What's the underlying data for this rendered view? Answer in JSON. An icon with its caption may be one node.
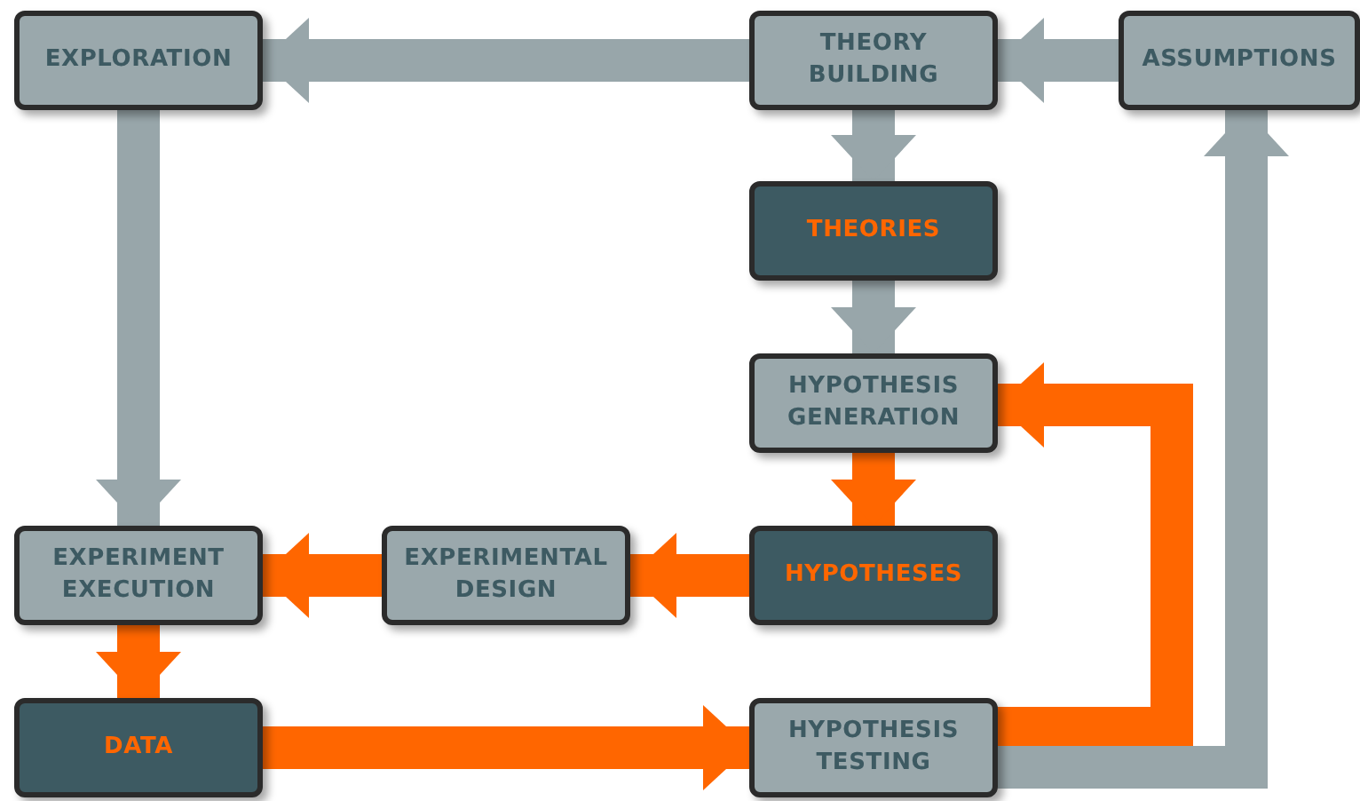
{
  "diagram": {
    "nodes": [
      {
        "text": [
          "EXPLORATION"
        ]
      },
      {
        "text": [
          "THEORY BUILDING"
        ]
      },
      {
        "text": [
          "ASSUMPTIONS"
        ]
      },
      {
        "text": [
          "THEORIES"
        ]
      },
      {
        "text": [
          "HYPOTHESIS GENERATION"
        ]
      },
      {
        "text": [
          "EXPERIMENT EXECUTION"
        ]
      },
      {
        "text": [
          "EXPERIMENTAL DESIGN"
        ]
      },
      {
        "text": [
          "HYPOTHESES"
        ]
      },
      {
        "text": [
          "DATA"
        ]
      },
      {
        "text": [
          "HYPOTHESIS TESTING"
        ]
      }
    ],
    "edges": [
      {
        "from": 1,
        "to": 0,
        "arrow": "to",
        "color": "#98a6aa"
      },
      {
        "from": 2,
        "to": 1,
        "arrow": "to",
        "color": "#98a6aa"
      },
      {
        "from": 1,
        "to": 3,
        "arrow": "to",
        "color": "#98a6aa"
      },
      {
        "from": 3,
        "to": 4,
        "arrow": "to",
        "color": "#98a6aa"
      },
      {
        "from": 0,
        "to": 5,
        "arrow": "to",
        "color": "#98a6aa"
      },
      {
        "from": 4,
        "to": 7,
        "arrow": "to",
        "color": "#ff6600"
      },
      {
        "from": 7,
        "to": 6,
        "arrow": "to",
        "color": "#ff6600"
      },
      {
        "from": 6,
        "to": 5,
        "arrow": "to",
        "color": "#ff6600"
      },
      {
        "from": 5,
        "to": 8,
        "arrow": "to",
        "color": "#ff6600"
      },
      {
        "from": 8,
        "to": 9,
        "arrow": "to",
        "color": "#ff6600"
      },
      {
        "from": 9,
        "to": 4,
        "arrow": "to",
        "color": "#ff6600"
      },
      {
        "from": 9,
        "to": 2,
        "arrow": "to",
        "color": "#98a6aa"
      }
    ]
  }
}
